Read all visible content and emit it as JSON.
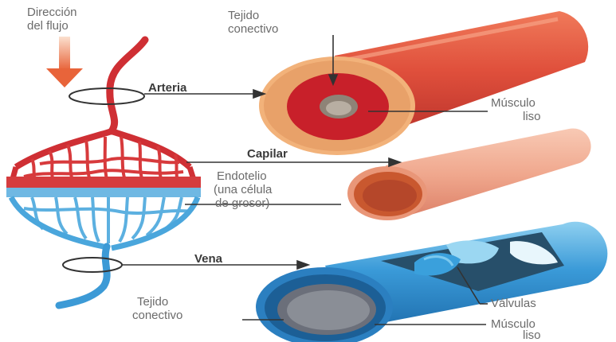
{
  "labels": {
    "flow_direction": [
      "Dirección",
      "del flujo"
    ],
    "artery_connective": [
      "Tejido",
      "conectivo"
    ],
    "artery": "Arteria",
    "artery_muscle": [
      "Músculo",
      "liso"
    ],
    "capillary": "Capilar",
    "endothelium": [
      "Endotelio",
      "(una célula",
      "de grosor)"
    ],
    "vein": "Vena",
    "vein_connective": [
      "Tejido",
      "conectivo"
    ],
    "valves": "Válvulas",
    "vein_muscle": [
      "Músculo",
      "liso"
    ]
  },
  "colors": {
    "artery_red": "#e04a3c",
    "artery_dark": "#b81c24",
    "capillary_peach": "#f0a28a",
    "vein_blue": "#2f8fd0",
    "vein_light": "#7cc4ea",
    "arrow_orange": "#e8643a"
  }
}
